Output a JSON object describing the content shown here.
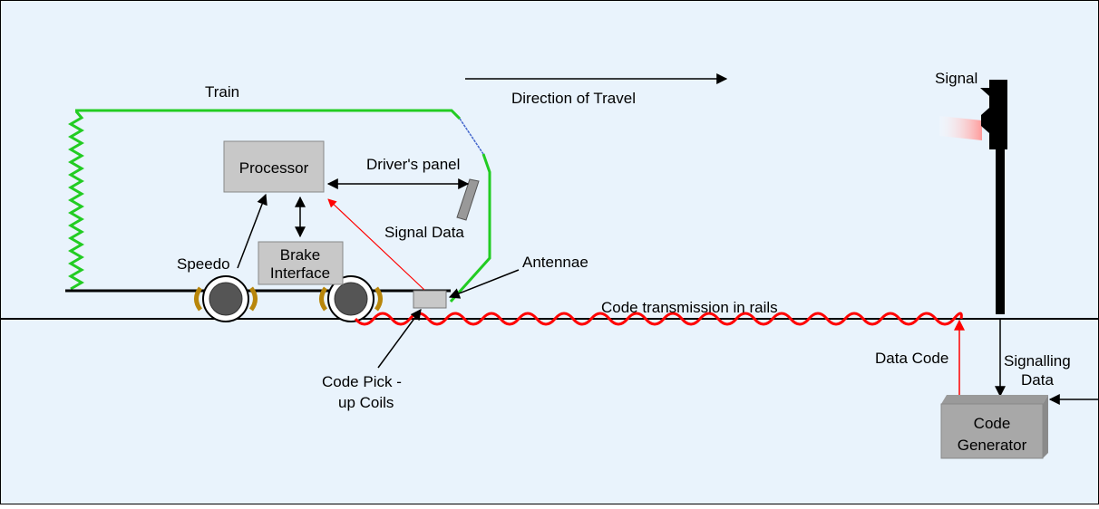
{
  "colors": {
    "background": "#e9f3fc",
    "border": "#000000",
    "train_outline": "#22cc22",
    "windshield": "#4466cc",
    "box_fill": "#c8c8c8",
    "box_stroke": "#777777",
    "rail_wave": "#ff0000",
    "signal_arrow": "#ff0000",
    "wheel_brake": "#b8860b",
    "signal_light": "#ffb0b0"
  },
  "labels": {
    "train": "Train",
    "direction": "Direction of Travel",
    "signal": "Signal",
    "processor": "Processor",
    "drivers_panel": "Driver's panel",
    "signal_data": "Signal Data",
    "brake_line1": "Brake",
    "brake_line2": "Interface",
    "speedo": "Speedo",
    "antennae": "Antennae",
    "code_transmission": "Code transmission in rails",
    "pickup_line1": "Code Pick -",
    "pickup_line2": "up Coils",
    "data_code": "Data Code",
    "signalling_line1": "Signalling",
    "signalling_line2": "Data",
    "generator_line1": "Code",
    "generator_line2": "Generator"
  }
}
